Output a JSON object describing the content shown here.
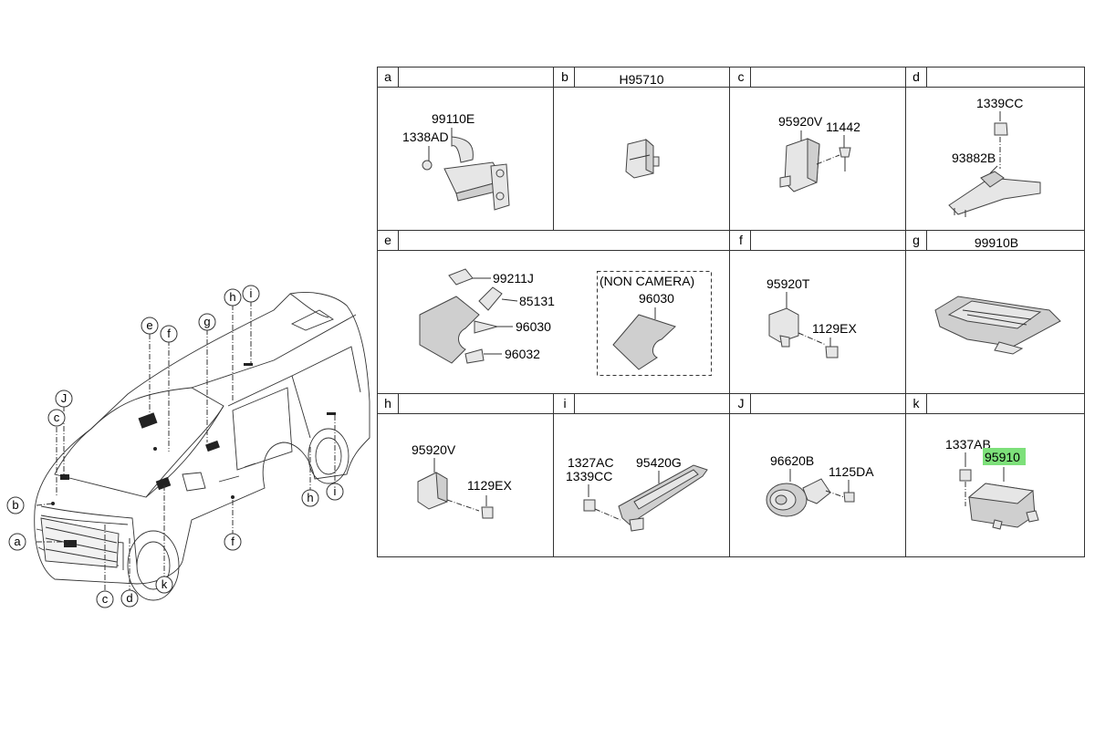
{
  "cells": {
    "a": {
      "letter": "a",
      "title": "",
      "parts": [
        "99110E",
        "1338AD"
      ]
    },
    "b": {
      "letter": "b",
      "title": "H95710",
      "parts": []
    },
    "c": {
      "letter": "c",
      "title": "",
      "parts": [
        "95920V",
        "11442"
      ]
    },
    "d": {
      "letter": "d",
      "title": "",
      "parts": [
        "1339CC",
        "93882B"
      ]
    },
    "e": {
      "letter": "e",
      "title": "",
      "parts": [
        "99211J",
        "85131",
        "96030",
        "96032"
      ],
      "boxlabel": "(NON CAMERA)",
      "boxpart": "96030"
    },
    "f": {
      "letter": "f",
      "title": "",
      "parts": [
        "95920T",
        "1129EX"
      ]
    },
    "g": {
      "letter": "g",
      "title": "99910B",
      "parts": []
    },
    "h": {
      "letter": "h",
      "title": "",
      "parts": [
        "95920V",
        "1129EX"
      ]
    },
    "i": {
      "letter": "i",
      "title": "",
      "parts": [
        "1327AC",
        "1339CC",
        "95420G"
      ]
    },
    "J": {
      "letter": "J",
      "title": "",
      "parts": [
        "96620B",
        "1125DA"
      ]
    },
    "k": {
      "letter": "k",
      "title": "",
      "parts": [
        "1337AB",
        "95910"
      ],
      "highlight": "95910",
      "highlight_color": "#7de07a"
    }
  },
  "van_callouts": [
    "a",
    "b",
    "c",
    "J",
    "e",
    "f",
    "g",
    "h",
    "i",
    "c",
    "d",
    "k",
    "f",
    "h",
    "i"
  ]
}
